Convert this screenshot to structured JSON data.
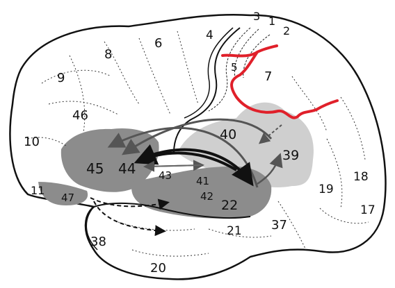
{
  "areas": [
    {
      "id": "a1",
      "label": "1"
    },
    {
      "id": "a2",
      "label": "2"
    },
    {
      "id": "a3",
      "label": "3"
    },
    {
      "id": "a4",
      "label": "4"
    },
    {
      "id": "a5",
      "label": "5"
    },
    {
      "id": "a6",
      "label": "6"
    },
    {
      "id": "a7",
      "label": "7"
    },
    {
      "id": "a8",
      "label": "8"
    },
    {
      "id": "a9",
      "label": "9"
    },
    {
      "id": "a10",
      "label": "10"
    },
    {
      "id": "a11",
      "label": "11"
    },
    {
      "id": "a17",
      "label": "17"
    },
    {
      "id": "a18",
      "label": "18"
    },
    {
      "id": "a19",
      "label": "19"
    },
    {
      "id": "a20",
      "label": "20"
    },
    {
      "id": "a21",
      "label": "21"
    },
    {
      "id": "a22",
      "label": "22"
    },
    {
      "id": "a37",
      "label": "37"
    },
    {
      "id": "a38",
      "label": "38"
    },
    {
      "id": "a39",
      "label": "39"
    },
    {
      "id": "a40",
      "label": "40"
    },
    {
      "id": "a41",
      "label": "41"
    },
    {
      "id": "a42",
      "label": "42"
    },
    {
      "id": "a43",
      "label": "43"
    },
    {
      "id": "a44",
      "label": "44"
    },
    {
      "id": "a45",
      "label": "45"
    },
    {
      "id": "a46",
      "label": "46"
    },
    {
      "id": "a47",
      "label": "47"
    }
  ],
  "colors": {
    "outline": "#111111",
    "frontal_language": "#8c8c8c",
    "temporal_language": "#8c8c8c",
    "parietal_language": "#cfcfcf",
    "boundary": "#e0202a",
    "arrows": "#555555"
  }
}
